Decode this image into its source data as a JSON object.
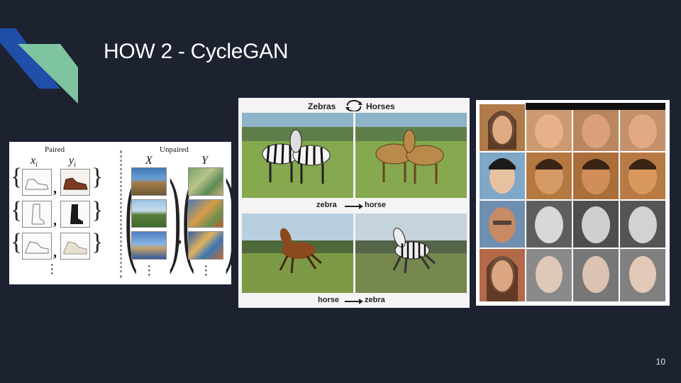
{
  "slide": {
    "title": "HOW 2 - CycleGAN",
    "page_number": "10",
    "accent_colors": [
      "#1f4fa8",
      "#7fc4a0"
    ]
  },
  "paired_figure": {
    "paired_label": "Paired",
    "unpaired_label": "Unpaired",
    "x_i": "x",
    "x_i_sub": "i",
    "y_i": "y",
    "y_i_sub": "i",
    "set_x": "X",
    "set_y": "Y",
    "comma": ","
  },
  "zebra_horse_figure": {
    "top_left_word": "Zebras",
    "top_right_word": "Horses",
    "mid_from": "zebra",
    "mid_to": "horse",
    "bottom_from": "horse",
    "bottom_to": "zebra"
  }
}
